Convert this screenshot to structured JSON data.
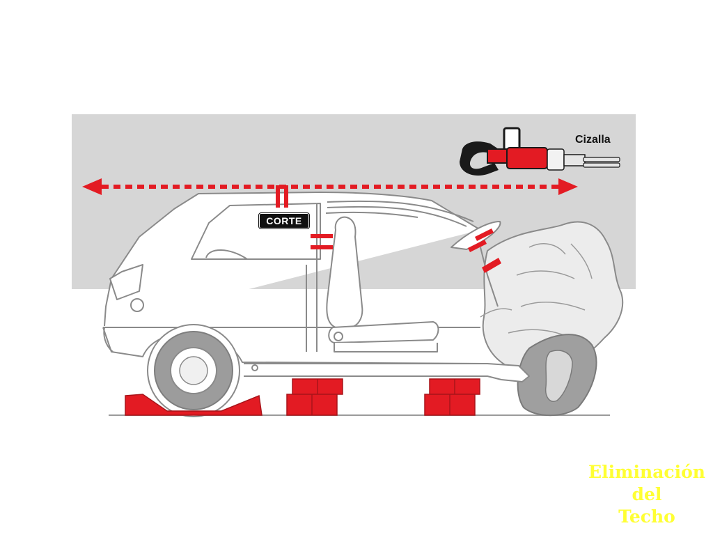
{
  "diagram": {
    "cut_label": "CORTE",
    "tool_label": "Cizalla",
    "title_lines": [
      "Eliminación",
      "del",
      "Techo"
    ]
  },
  "colors": {
    "background_panel": "#d6d6d6",
    "accent_red": "#e31b23",
    "title_yellow": "#ffff33",
    "car_outline": "#8a8a8a",
    "rock_fill": "#e6e6e6"
  },
  "icons": [
    "shear-tool-icon",
    "double-arrow-icon",
    "cut-mark-icon",
    "cribbing-block-icon",
    "wheel-chock-icon"
  ]
}
